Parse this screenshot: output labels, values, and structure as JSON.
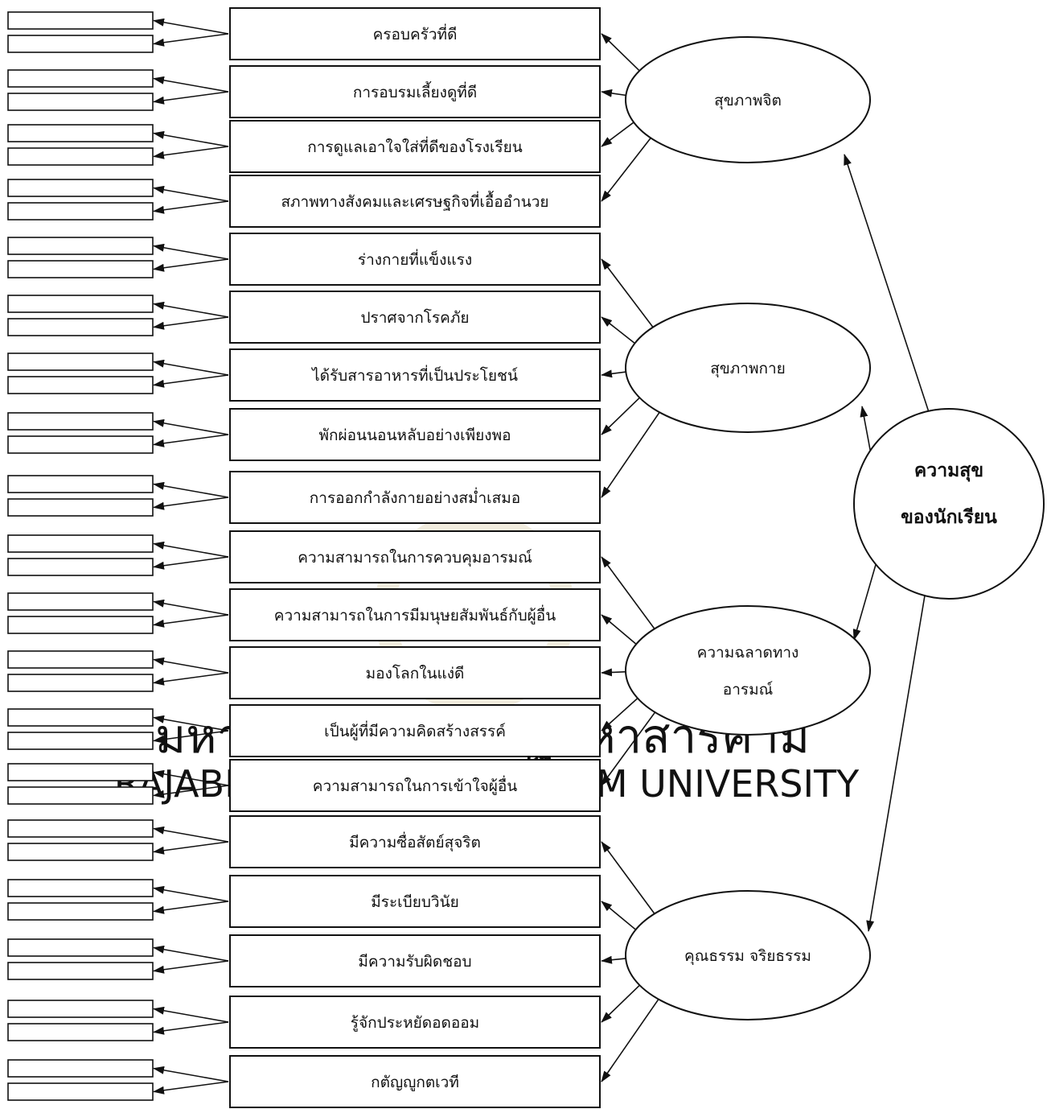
{
  "diagram": {
    "root": {
      "lines": [
        "ความสุข",
        "ของนักเรียน"
      ]
    },
    "factors": [
      {
        "id": "mental",
        "lines": [
          "สุขภาพจิต"
        ]
      },
      {
        "id": "physical",
        "lines": [
          "สุขภาพกาย"
        ]
      },
      {
        "id": "emotional",
        "lines": [
          "ความฉลาดทาง",
          "อารมณ์"
        ]
      },
      {
        "id": "moral",
        "lines": [
          "คุณธรรม จริยธรรม"
        ]
      }
    ],
    "indicators": [
      {
        "factor": "mental",
        "label": "ครอบครัวที่ดี"
      },
      {
        "factor": "mental",
        "label": "การอบรมเลี้ยงดูที่ดี"
      },
      {
        "factor": "mental",
        "label": "การดูแลเอาใจใส่ที่ดีของโรงเรียน"
      },
      {
        "factor": "mental",
        "label": "สภาพทางสังคมและเศรษฐกิจที่เอื้ออำนวย"
      },
      {
        "factor": "physical",
        "label": "ร่างกายที่แข็งแรง"
      },
      {
        "factor": "physical",
        "label": "ปราศจากโรคภัย"
      },
      {
        "factor": "physical",
        "label": "ได้รับสารอาหารที่เป็นประโยชน์"
      },
      {
        "factor": "physical",
        "label": "พักผ่อนนอนหลับอย่างเพียงพอ"
      },
      {
        "factor": "physical",
        "label": "การออกกำลังกายอย่างสม่ำเสมอ"
      },
      {
        "factor": "emotional",
        "label": "ความสามารถในการควบคุมอารมณ์"
      },
      {
        "factor": "emotional",
        "label": "ความสามารถในการมีมนุษยสัมพันธ์กับผู้อื่น"
      },
      {
        "factor": "emotional",
        "label": "มองโลกในแง่ดี"
      },
      {
        "factor": "emotional",
        "label": "เป็นผู้ที่มีความคิดสร้างสรรค์"
      },
      {
        "factor": "emotional",
        "label": "ความสามารถในการเข้าใจผู้อื่น"
      },
      {
        "factor": "moral",
        "label": "มีความซื่อสัตย์สุจริต"
      },
      {
        "factor": "moral",
        "label": "มีระเบียบวินัย"
      },
      {
        "factor": "moral",
        "label": "มีความรับผิดชอบ"
      },
      {
        "factor": "moral",
        "label": "รู้จักประหยัดอดออม"
      },
      {
        "factor": "moral",
        "label": "กตัญญูกตเวที"
      }
    ]
  },
  "watermark": {
    "thai": "มหาวิทยาลัยราชภัฏมหาสารคาม",
    "english": "RAJABHAT MAHASARAKHAM UNIVERSITY",
    "color": "#cfcfcf"
  },
  "colors": {
    "stroke": "#111111",
    "background": "#ffffff"
  }
}
